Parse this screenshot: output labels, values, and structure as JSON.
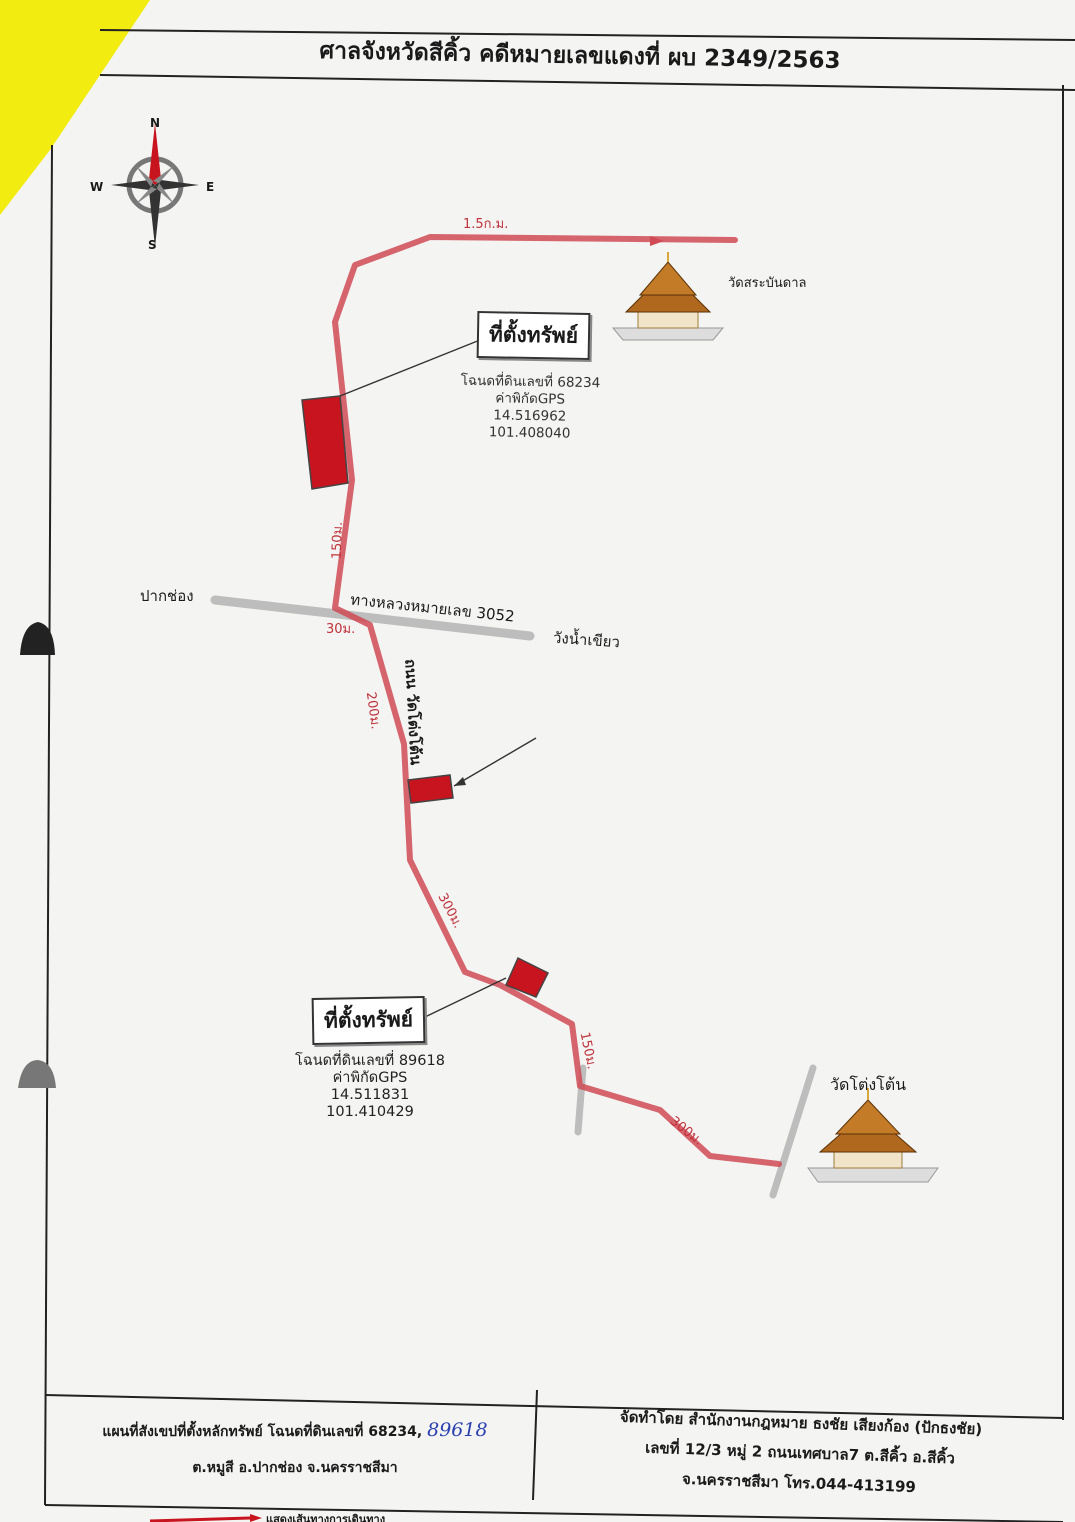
{
  "header": {
    "title": "ศาลจังหวัดสีคิ้ว คดีหมายเลขแดงที่ ผบ 2349/2563"
  },
  "compass": {
    "n": "N",
    "s": "S",
    "e": "E",
    "w": "W"
  },
  "roads": {
    "top_distance": "1.5ก.ม.",
    "highway_label": "ทางหลวงหมายเลข 3052",
    "left_place": "ปากช่อง",
    "right_place": "วังน้ำเขียว",
    "road_name": "ถนน วัดโต่งโต้น",
    "d_150_upper": "150ม.",
    "d_30": "30ม.",
    "d_200": "200ม.",
    "d_300_mid": "300ม.",
    "d_150_lower": "150ม.",
    "d_300_lower": "300ม."
  },
  "landmarks": {
    "temple_top": "วัดสระบันดาล",
    "temple_bottom": "วัดโต่งโต้น"
  },
  "property_1": {
    "box_label": "ที่ตั้งทรัพย์",
    "deed": "โฉนดที่ดินเลขที่ 68234",
    "gps_label": "ค่าพิกัดGPS",
    "lat": "14.516962",
    "lng": "101.408040"
  },
  "property_2": {
    "box_label": "ที่ตั้งทรัพย์",
    "deed": "โฉนดที่ดินเลขที่ 89618",
    "gps_label": "ค่าพิกัดGPS",
    "lat": "14.511831",
    "lng": "101.410429"
  },
  "footer": {
    "left_line1": "แผนที่สังเขปที่ตั้งหลักทรัพย์ โฉนดที่ดินเลขที่ 68234,",
    "left_handwritten": "89618",
    "left_line2": "ต.หมูสี อ.ปากช่อง จ.นครราชสีมา",
    "right_line1": "จัดทำโดย สำนักงานกฎหมาย ธงชัย เสียงก้อง (ปักธงชัย)",
    "right_line2": "เลขที่ 12/3 หมู่ 2 ถนนเทศบาล7 ต.สีคิ้ว อ.สีคิ้ว",
    "right_line3": "จ.นครราชสีมา โทร.044-413199",
    "legend_text": "แสดงเส้นทางการเดินทาง"
  },
  "colors": {
    "route": "#cf4a55",
    "parcel": "#c8141e",
    "road_gray": "#bdbdbd",
    "highlighter": "#f2ec10"
  }
}
